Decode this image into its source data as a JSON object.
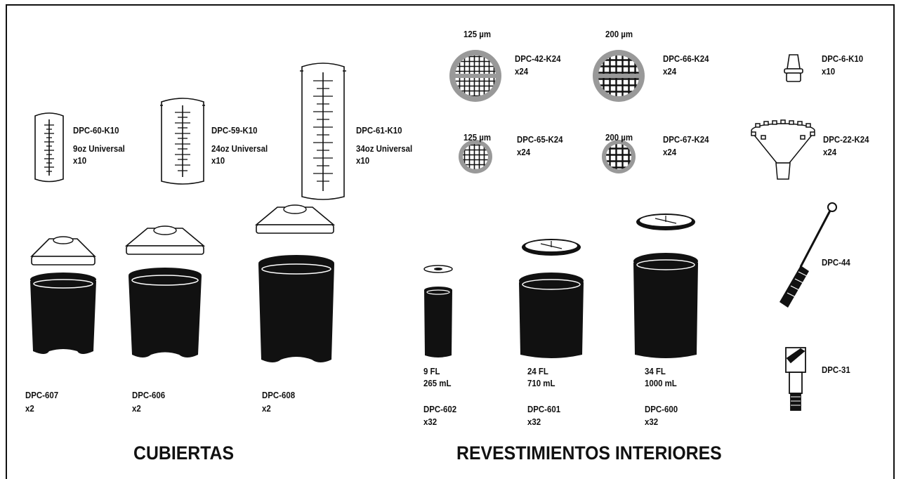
{
  "headings": {
    "covers": "CUBIERTAS",
    "liners": "REVESTIMIENTOS INTERIORES"
  },
  "strainers": [
    {
      "mesh": "125 µm",
      "code": "DPC-42-K24",
      "qty": "x24"
    },
    {
      "mesh": "200 µm",
      "code": "DPC-66-K24",
      "qty": "x24"
    },
    {
      "mesh": "125 µm",
      "code": "DPC-65-K24",
      "qty": "x24"
    },
    {
      "mesh": "200 µm",
      "code": "DPC-67-K24",
      "qty": "x24"
    }
  ],
  "plugs": {
    "code": "DPC-6-K10",
    "qty": "x10"
  },
  "funnel": {
    "code": "DPC-22-K24",
    "qty": "x24"
  },
  "brush": {
    "code": "DPC-44"
  },
  "adapter": {
    "code": "DPC-31"
  },
  "mixing_liners": [
    {
      "code": "DPC-60-K10",
      "size": "9oz Universal",
      "qty": "x10"
    },
    {
      "code": "DPC-59-K10",
      "size": "24oz Universal",
      "qty": "x10"
    },
    {
      "code": "DPC-61-K10",
      "size": "34oz Universal",
      "qty": "x10"
    }
  ],
  "covers": [
    {
      "code": "DPC-607",
      "qty": "x2"
    },
    {
      "code": "DPC-606",
      "qty": "x2"
    },
    {
      "code": "DPC-608",
      "qty": "x2"
    }
  ],
  "liners": [
    {
      "volume": "9 FL",
      "ml": "265 mL",
      "code": "DPC-602",
      "qty": "x32"
    },
    {
      "volume": "24 FL",
      "ml": "710 mL",
      "code": "DPC-601",
      "qty": "x32"
    },
    {
      "volume": "34 FL",
      "ml": "1000 mL",
      "code": "DPC-600",
      "qty": "x32"
    }
  ]
}
